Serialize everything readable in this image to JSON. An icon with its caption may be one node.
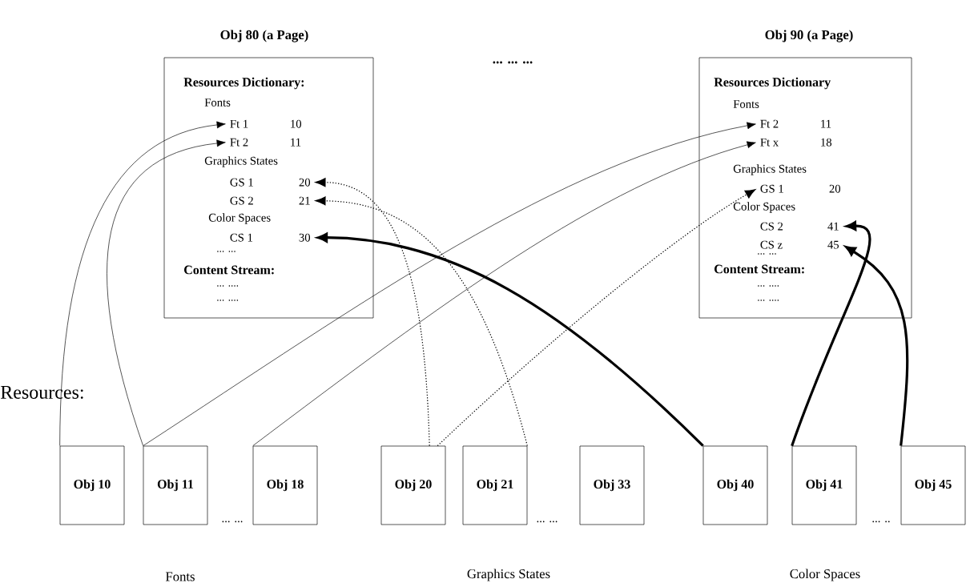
{
  "diagram": {
    "nodes": [
      {
        "text": [
          "Obj 80 (a Page)",
          "Resources Dictionary:",
          "Fonts",
          "Graphics States",
          "Color Spaces",
          "... ...",
          "Content Stream:",
          "... ....",
          "... ...."
        ]
      },
      {
        "text": [
          "Ft 1",
          "10"
        ],
        "in": 0
      },
      {
        "text": [
          "Ft 2",
          "11"
        ],
        "in": 0
      },
      {
        "text": [
          "GS 1",
          "20"
        ],
        "in": 0
      },
      {
        "text": [
          "GS 2",
          "21"
        ],
        "in": 0
      },
      {
        "text": [
          "CS 1",
          "30"
        ],
        "in": 0
      },
      {
        "text": [
          "Obj 90 (a Page)",
          "Resources Dictionary",
          "Fonts",
          "Graphics States",
          "Color Spaces",
          "... ...",
          "Content Stream:",
          "... ....",
          "... ...."
        ]
      },
      {
        "text": [
          "Ft 2",
          "11"
        ],
        "in": 6
      },
      {
        "text": [
          "Ft x",
          "18"
        ],
        "in": 6
      },
      {
        "text": [
          "GS 1",
          "20"
        ],
        "in": 6
      },
      {
        "text": [
          "CS 2",
          "41"
        ],
        "in": 6
      },
      {
        "text": [
          "CS z",
          "45"
        ],
        "in": 6
      },
      {
        "text": [
          "Obj 10"
        ]
      },
      {
        "text": [
          "Obj 11"
        ]
      },
      {
        "text": [
          "Obj 18"
        ]
      },
      {
        "text": [
          "Obj 20"
        ]
      },
      {
        "text": [
          "Obj 21"
        ]
      },
      {
        "text": [
          "Obj 33"
        ]
      },
      {
        "text": [
          "Obj 40"
        ]
      },
      {
        "text": [
          "Obj 41"
        ]
      },
      {
        "text": [
          "Obj 45"
        ]
      }
    ],
    "edges": [
      {
        "from": 12,
        "to": 1,
        "arrow": "to"
      },
      {
        "from": 13,
        "to": 2,
        "arrow": "to"
      },
      {
        "from": 13,
        "to": 7,
        "arrow": "to"
      },
      {
        "from": 14,
        "to": 8,
        "arrow": "to"
      },
      {
        "from": 15,
        "to": 3,
        "arrow": "to",
        "style": "dashed"
      },
      {
        "from": 15,
        "to": 9,
        "arrow": "to",
        "style": "dashed"
      },
      {
        "from": 16,
        "to": 4,
        "arrow": "to",
        "style": "dashed"
      },
      {
        "from": 18,
        "to": 5,
        "arrow": "to",
        "style": "thick"
      },
      {
        "from": 19,
        "to": 10,
        "arrow": "to",
        "style": "thick"
      },
      {
        "from": 20,
        "to": 11,
        "arrow": "to",
        "style": "thick"
      }
    ],
    "labels": [
      "... ... ...",
      "Resources:",
      "... ...",
      "... ...",
      "... ..",
      "Fonts",
      "Graphics States",
      "Color Spaces"
    ]
  }
}
